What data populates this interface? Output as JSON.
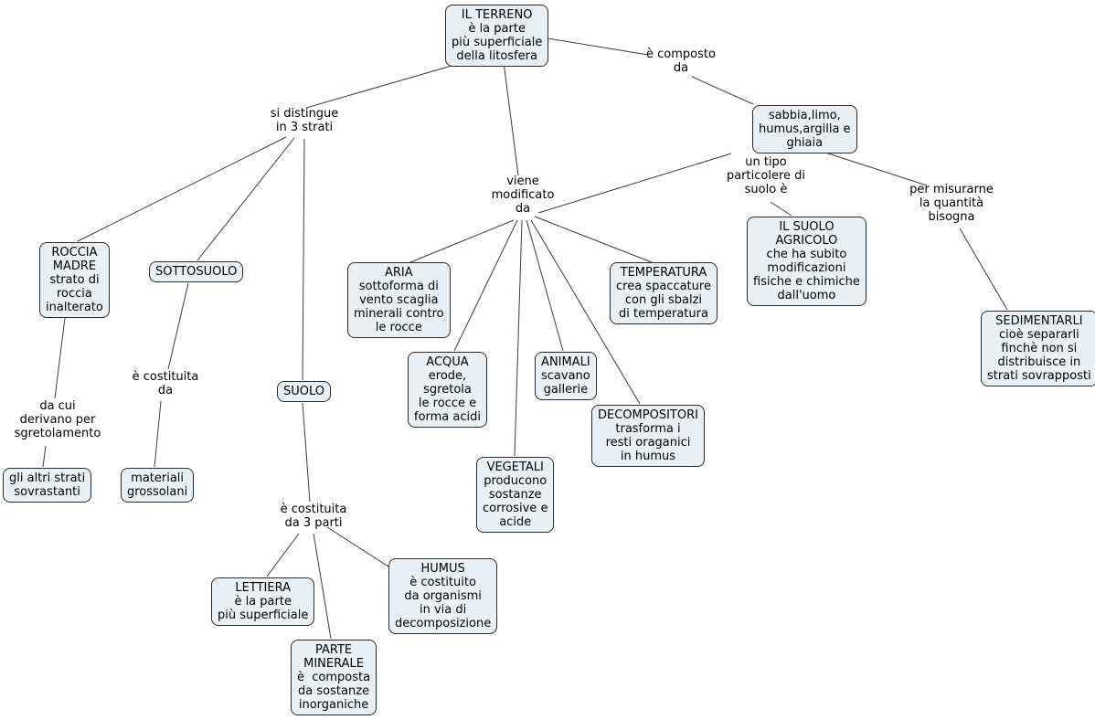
{
  "diagram": {
    "colors": {
      "node_fill": "#e9f1f7",
      "node_border": "#2b2b2b",
      "line": "#3c3c3c",
      "background": "#ffffff",
      "text": "#000000"
    },
    "nodes": {
      "il_terreno": {
        "text": "IL TERRENO\nè la parte\npiù superficiale\ndella litosfera"
      },
      "sabbia": {
        "text": "sabbia,limo,\nhumus,argilla e\nghiaia"
      },
      "roccia_madre": {
        "text": "ROCCIA\nMADRE\nstrato di\nroccia\ninalterato"
      },
      "sottosuolo": {
        "text": "SOTTOSUOLO"
      },
      "aria": {
        "text": "ARIA\nsottoforma di\nvento scaglia\nminerali contro\nle rocce"
      },
      "temperatura": {
        "text": "TEMPERATURA\ncrea spaccature\ncon gli sbalzi\ndi temperatura"
      },
      "suolo_agricolo": {
        "text": "IL SUOLO\nAGRICOLO\nche ha subito\nmodificazioni\nfisiche e chimiche\ndall'uomo"
      },
      "acqua": {
        "text": "ACQUA\nerode,\nsgretola\nle rocce e\nforma acidi"
      },
      "animali": {
        "text": "ANIMALI\nscavano\ngallerie"
      },
      "decompositori": {
        "text": "DECOMPOSITORI\ntrasforma i\nresti oraganici\nin humus"
      },
      "suolo": {
        "text": "SUOLO"
      },
      "sedimentarli": {
        "text": "SEDIMENTARLI\ncioè separarli\nfinchè non si\ndistribuisce in\nstrati sovrapposti"
      },
      "gli_altri_strati": {
        "text": "gli altri strati\nsovrastanti"
      },
      "materiali_grossolani": {
        "text": "materiali\ngrossolani"
      },
      "vegetali": {
        "text": "VEGETALI\nproducono\nsostanze\ncorrosive e\nacide"
      },
      "lettiera": {
        "text": "LETTIERA\nè la parte\npiù superficiale"
      },
      "humus": {
        "text": "HUMUS\nè costituito\nda organismi\nin via di\ndecomposizione"
      },
      "parte_minerale": {
        "text": "PARTE\nMINERALE\nè  composta\nda sostanze\ninorganiche"
      }
    },
    "link_labels": {
      "composto": "è composto\nda",
      "distingue": "si distingue\nin 3 strati",
      "modificato": "viene\nmodificato\nda",
      "tipo_suolo": "un tipo\nparticolere di\nsuolo è",
      "misurarne": "per misurarne\nla quantità\nbisogna",
      "costituita_da": "è costituita\nda",
      "sgretolamento": "da cui\nderivano per\nsgretolamento",
      "tre_parti": "è costituita\nda 3 parti"
    }
  }
}
